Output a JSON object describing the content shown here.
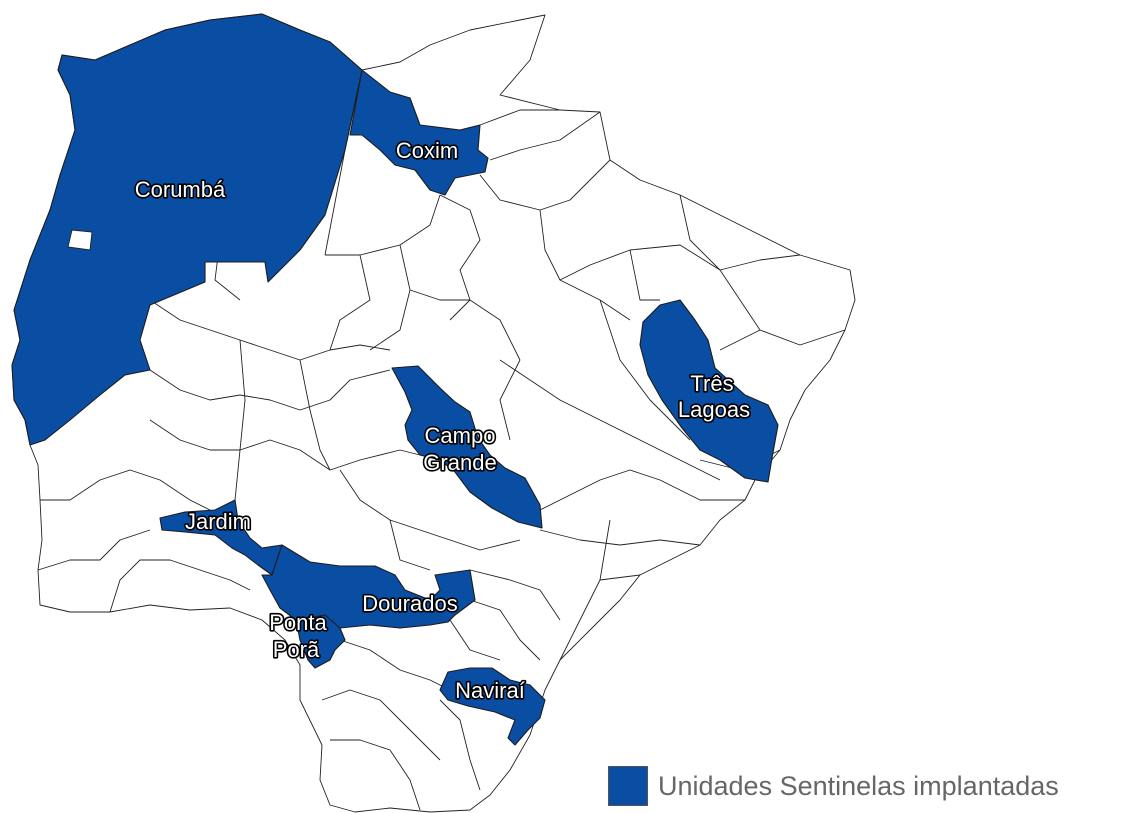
{
  "map": {
    "highlight_color": "#0a4ea3",
    "base_fill_color": "#ffffff",
    "border_color": "#222222",
    "municipalities": {
      "corumba": "Corumbá",
      "coxim": "Coxim",
      "tres_lagoas_line1": "Três",
      "tres_lagoas_line2": "Lagoas",
      "campo_grande_line1": "Campo",
      "campo_grande_line2": "Grande",
      "jardim": "Jardim",
      "dourados": "Dourados",
      "ponta_pora_line1": "Ponta",
      "ponta_pora_line2": "Porã",
      "navirai": "Naviraí"
    }
  },
  "legend": {
    "label": "Unidades Sentinelas implantadas",
    "color": "#0a4ea3"
  }
}
